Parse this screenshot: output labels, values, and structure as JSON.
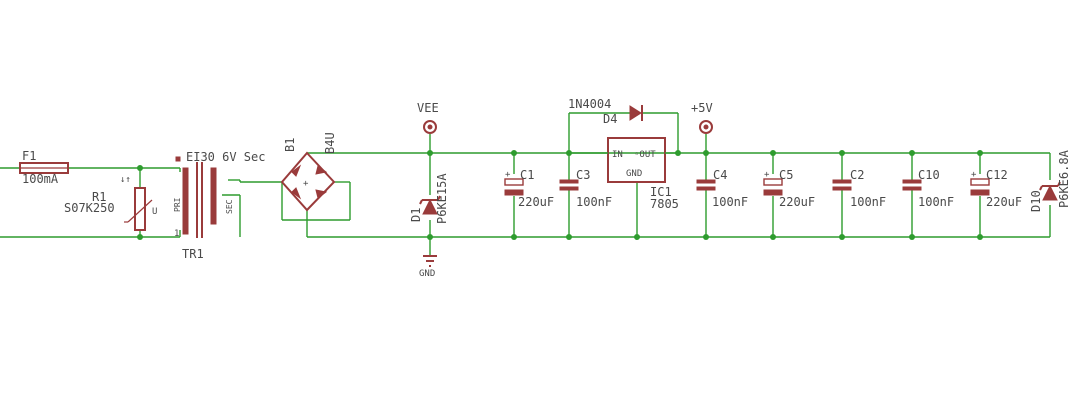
{
  "colors": {
    "wire": "#2e9c2e",
    "symbol": "#9a3b3b",
    "text": "#4a4a4a",
    "background": "#ffffff"
  },
  "labels": {
    "f1_name": "F1",
    "f1_value": "100mA",
    "r1_name": "R1",
    "r1_value": "S07K250",
    "r1_sym": "U",
    "tr1_name": "TR1",
    "tr1_value": "EI30 6V Sec",
    "tr1_pri": "PRI",
    "tr1_sec": "SEC",
    "tr1_pin1": "1",
    "b1_name": "B1",
    "b1_value": "B4U",
    "b1_plus": "+",
    "vee": "VEE",
    "gnd": "GND",
    "plus5v": "+5V",
    "d1_name": "D1",
    "d1_value": "P6KE15A",
    "d4_name": "D4",
    "d4_value": "1N4004",
    "ic1_name": "IC1",
    "ic1_value": "7805",
    "ic1_in": "IN",
    "ic1_out": "OUT",
    "ic1_gnd": "GND",
    "c1_name": "C1",
    "c1_value": "220uF",
    "c3_name": "C3",
    "c3_value": "100nF",
    "c4_name": "C4",
    "c4_value": "100nF",
    "c5_name": "C5",
    "c5_value": "220uF",
    "c2_name": "C2",
    "c2_value": "100nF",
    "c10_name": "C10",
    "c10_value": "100nF",
    "c12_name": "C12",
    "c12_value": "220uF",
    "d10_name": "D10",
    "d10_value": "P6KE6.8A"
  }
}
